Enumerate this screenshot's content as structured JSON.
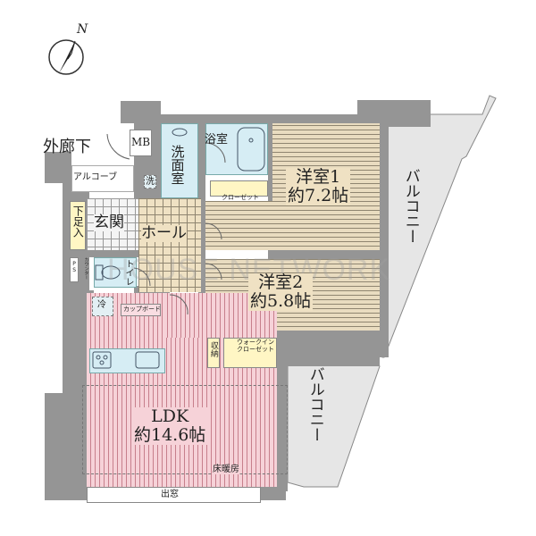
{
  "compass": {
    "label": "N"
  },
  "labels": {
    "outer_corridor": "外廊下",
    "mb": "MB",
    "alcove": "アルコーブ",
    "shoe_storage": "下足入",
    "entrance": "玄関",
    "hall": "ホール",
    "washroom": "洗面室",
    "washer": "洗",
    "bathroom": "浴室",
    "closet": "クローゼット",
    "ps": "PS",
    "counter": "カウンター",
    "toilet": "トイレ",
    "fridge": "冷",
    "cupboard": "カップボード",
    "storage": "収納",
    "walk_in_closet": "ウォークイン\nクローゼット",
    "floor_heating": "床暖房",
    "bay_window": "出窓",
    "balcony_1": "バルコニー",
    "balcony_2": "バルコニー"
  },
  "rooms": [
    {
      "name": "洋室1",
      "size": "約7.2帖"
    },
    {
      "name": "洋室2",
      "size": "約5.8帖"
    },
    {
      "name": "LDK",
      "size": "約14.6帖"
    }
  ],
  "watermark": "HOUSE NETWORK",
  "colors": {
    "wall": "#959595",
    "balcony": "#e6e6e6",
    "wet_area": "#d6edf4",
    "storage": "#fff6c4",
    "ldk": "#f6d2d8",
    "wood": "#e9dcc0"
  }
}
